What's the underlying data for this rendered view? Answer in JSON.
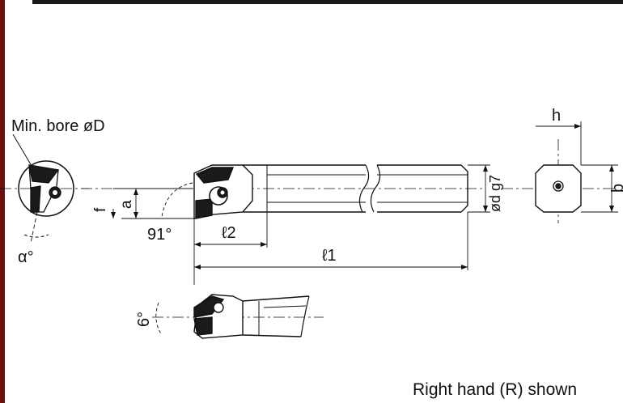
{
  "diagram": {
    "labels": {
      "min_bore": "Min. bore øD",
      "alpha": "α°",
      "f": "f",
      "a": "a",
      "angle_91": "91°",
      "l2": "ℓ2",
      "l1": "ℓ1",
      "shank_dia": "ød g7",
      "h": "h",
      "b": "b",
      "angle_6": "6°",
      "caption": "Right hand (R) shown"
    },
    "colors": {
      "line": "#111111",
      "frame_bar": "#1a1a1a",
      "left_edge": "#6b1010",
      "background": "#ffffff"
    }
  }
}
